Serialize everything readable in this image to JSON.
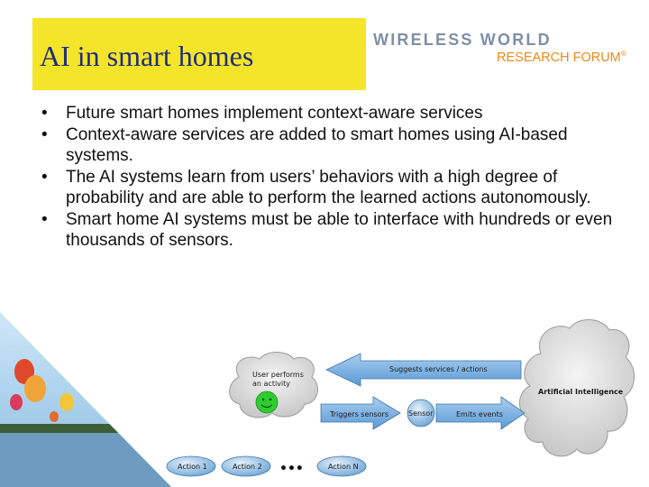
{
  "slide": {
    "title": "AI in smart homes",
    "logo": {
      "line1": "WIRELESS WORLD",
      "line2": "RESEARCH FORUM",
      "mark": "®"
    },
    "bullets": [
      "Future smart homes implement context-aware services",
      "Context-aware services are added to smart homes using AI-based systems.",
      "The AI systems learn from users’ behaviors with a high degree of probability and are able to perform the learned actions autonomously.",
      "Smart home AI systems must be able to interface with hundreds or even thousands of sensors."
    ]
  },
  "diagram": {
    "user_cloud": "User performs an activity",
    "suggest_arrow": "Suggests services / actions",
    "ai_cloud": "Artificial Intelligence",
    "triggers_arrow": "Triggers sensors",
    "sensor": "Sensor",
    "emits_arrow": "Emits events",
    "actions": [
      "Action 1",
      "Action 2",
      "Action N"
    ],
    "ellipsis": "•••"
  },
  "colors": {
    "title_bg": "#f5e52a",
    "title_text": "#1f2f7a",
    "logo_gray": "#7e8fa6",
    "logo_orange": "#e88a18",
    "arrow_blue": "#5b9bd5",
    "smiley": "#2ecc2e"
  }
}
